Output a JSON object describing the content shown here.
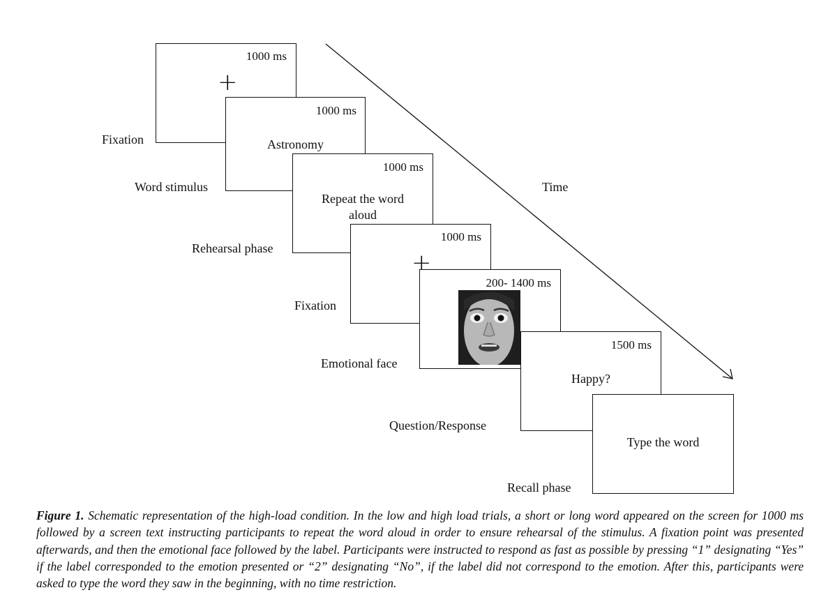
{
  "figure": {
    "time_axis_label": "Time",
    "frames": [
      {
        "id": "fixation-1",
        "duration": "1000 ms",
        "content_type": "fixation-cross",
        "content_icon": "+",
        "label": "Fixation"
      },
      {
        "id": "word-stimulus",
        "duration": "1000 ms",
        "content_type": "text",
        "content": "Astronomy",
        "label": "Word stimulus"
      },
      {
        "id": "rehearsal",
        "duration": "1000 ms",
        "content_type": "text",
        "content_line1": "Repeat the word",
        "content_line2": "aloud",
        "label": "Rehearsal phase"
      },
      {
        "id": "fixation-2",
        "duration": "1000 ms",
        "content_type": "fixation-cross",
        "content_icon": "+",
        "label": "Fixation"
      },
      {
        "id": "emotional-face",
        "duration": "200- 1400 ms",
        "content_type": "image",
        "content": "fearful face photograph (grayscale)",
        "label": "Emotional face"
      },
      {
        "id": "question",
        "duration": "1500 ms",
        "content_type": "text",
        "content": "Happy?",
        "label": "Question/Response"
      },
      {
        "id": "recall",
        "duration": "",
        "content_type": "text",
        "content": "Type the word",
        "label": "Recall phase"
      }
    ]
  },
  "caption": {
    "figure_number": "Figure 1.",
    "text": "Schematic representation of the high-load condition. In the low and high load trials, a short or long word appeared on the screen for 1000 ms followed by a screen text instructing participants to repeat the word aloud in order to ensure rehearsal of the stimulus. A fixation point was presented afterwards, and then the emotional face followed by the label. Participants were instructed to respond as fast as possible by pressing “1” designating “Yes” if the label corresponded to the emotion presented or “2” designating “No”, if the label did not correspond to the emotion.  After this, participants were asked to type the word they saw in the beginning, with no time restriction."
  }
}
